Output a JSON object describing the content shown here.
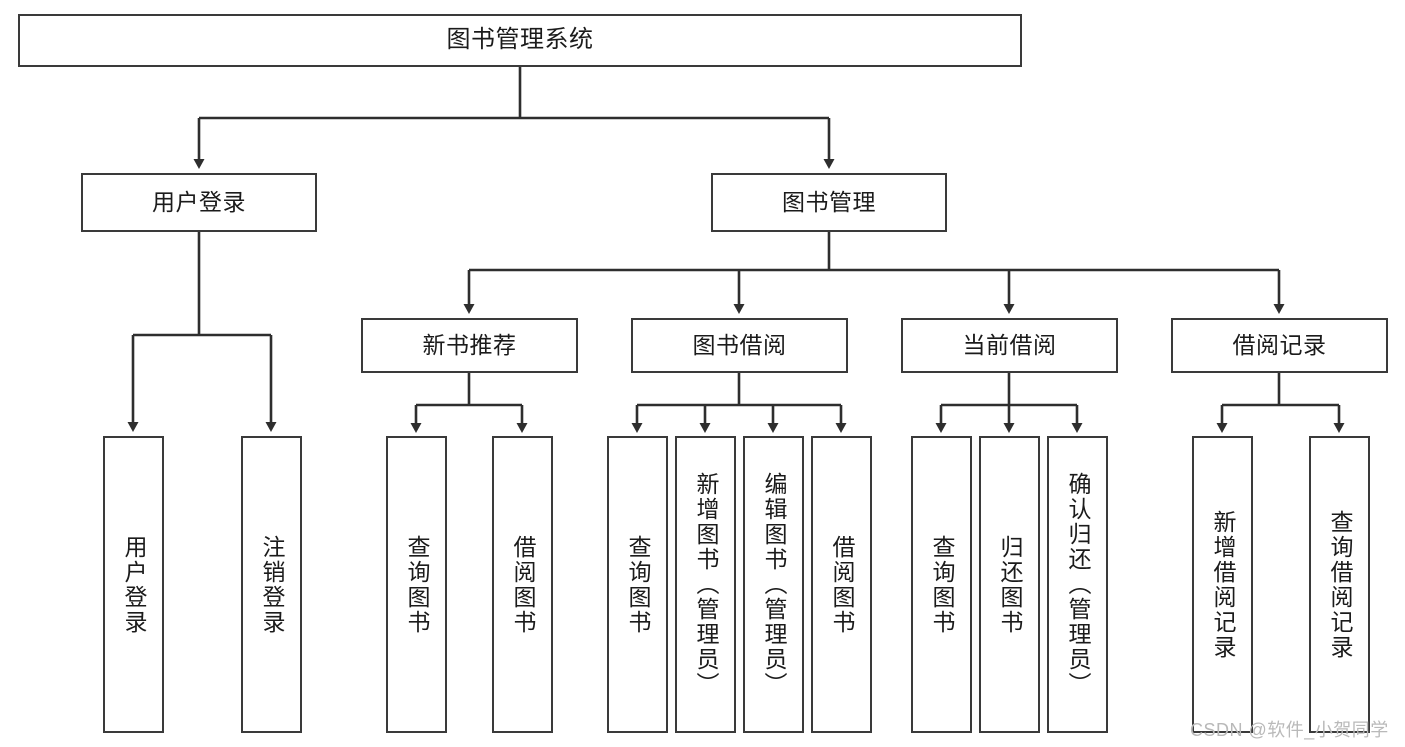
{
  "diagram": {
    "title": "图书管理系统",
    "type": "tree",
    "root": {
      "label": "图书管理系统"
    },
    "level2": [
      {
        "label": "用户登录"
      },
      {
        "label": "图书管理"
      }
    ],
    "level3": [
      {
        "label": "新书推荐"
      },
      {
        "label": "图书借阅"
      },
      {
        "label": "当前借阅"
      },
      {
        "label": "借阅记录"
      }
    ],
    "leaves": {
      "user_login": [
        {
          "label": "用户登录"
        },
        {
          "label": "注销登录"
        }
      ],
      "new_book_recommend": [
        {
          "label": "查询图书"
        },
        {
          "label": "借阅图书"
        }
      ],
      "book_borrow": [
        {
          "label": "查询图书"
        },
        {
          "label": "新增图书（管理员）"
        },
        {
          "label": "编辑图书（管理员）"
        },
        {
          "label": "借阅图书"
        }
      ],
      "current_borrow": [
        {
          "label": "查询图书"
        },
        {
          "label": "归还图书"
        },
        {
          "label": "确认归还（管理员）"
        }
      ],
      "borrow_record": [
        {
          "label": "新增借阅记录"
        },
        {
          "label": "查询借阅记录"
        }
      ]
    }
  },
  "watermark": {
    "text": "CSDN @软件_小贺同学"
  },
  "colors": {
    "border": "#3a3a3a",
    "background": "#ffffff",
    "text": "#1b1b1b",
    "watermark": "#b9b9b9"
  }
}
